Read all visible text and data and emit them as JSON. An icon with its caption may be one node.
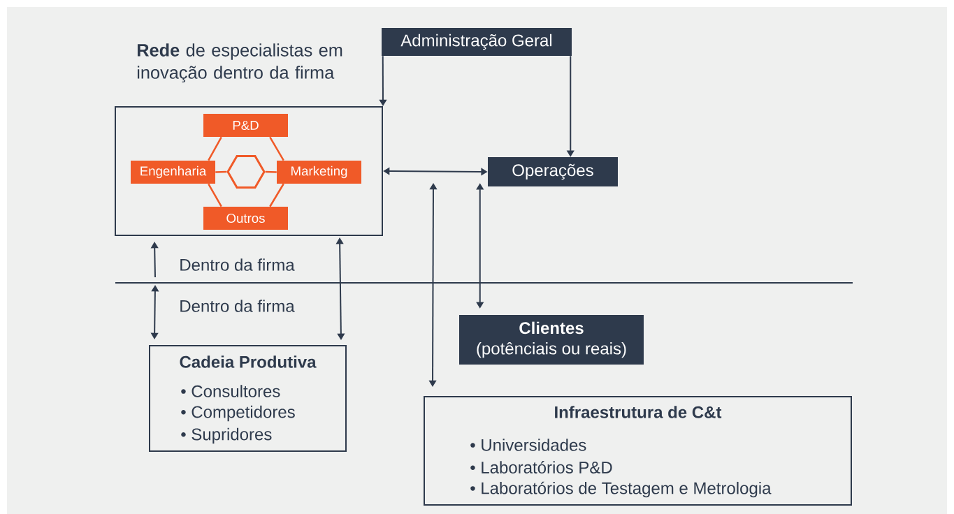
{
  "diagram": {
    "nodes": [
      {
        "text": [
          "**Rede** de especialistas em inovação dentro da firma"
        ]
      },
      {
        "text": [
          "P&D"
        ],
        "in": 0
      },
      {
        "text": [
          "Engenharia"
        ],
        "in": 0
      },
      {
        "text": [
          "Marketing"
        ],
        "in": 0
      },
      {
        "text": [
          "Outros"
        ],
        "in": 0
      },
      {
        "text": [],
        "shape": "hexagon",
        "in": 0
      },
      {
        "text": [
          "Administração Geral"
        ]
      },
      {
        "text": [
          "Operações"
        ]
      },
      {
        "text": [
          "Clientes",
          "(potênciais ou reais)"
        ]
      },
      {
        "text": [
          "Cadeia Produtiva",
          "• Consultores",
          "• Competidores",
          "• Supridores"
        ]
      },
      {
        "text": [
          "Infraestrutura de C&t",
          "• Universidades",
          "• Laboratórios P&D",
          "• Laboratórios de Testagem e Metrologia"
        ]
      }
    ],
    "edges": [
      {
        "from": 6,
        "to": 0,
        "arrow": "to"
      },
      {
        "from": 6,
        "to": 7,
        "arrow": "to"
      },
      {
        "from": 0,
        "to": 7,
        "arrow": "both"
      },
      {
        "from": null,
        "to": 10,
        "arrow": "both"
      },
      {
        "from": 7,
        "to": 8,
        "arrow": "both"
      },
      {
        "from": 0,
        "to": 9,
        "arrow": "both"
      },
      {
        "from": null,
        "to": 0,
        "arrow": "to"
      },
      {
        "from": null,
        "to": 9,
        "arrow": "both"
      },
      {
        "from": 1,
        "to": 2,
        "arrow": "none",
        "color": "#f05a28"
      },
      {
        "from": 1,
        "to": 3,
        "arrow": "none",
        "color": "#f05a28"
      },
      {
        "from": 2,
        "to": 4,
        "arrow": "none",
        "color": "#f05a28"
      },
      {
        "from": 3,
        "to": 4,
        "arrow": "none",
        "color": "#f05a28"
      },
      {
        "from": 2,
        "to": 5,
        "arrow": "none",
        "color": "#f05a28"
      },
      {
        "from": 5,
        "to": 3,
        "arrow": "none",
        "color": "#f05a28"
      }
    ],
    "labels": [
      "Dentro da firma",
      "Dentro da firma"
    ]
  }
}
